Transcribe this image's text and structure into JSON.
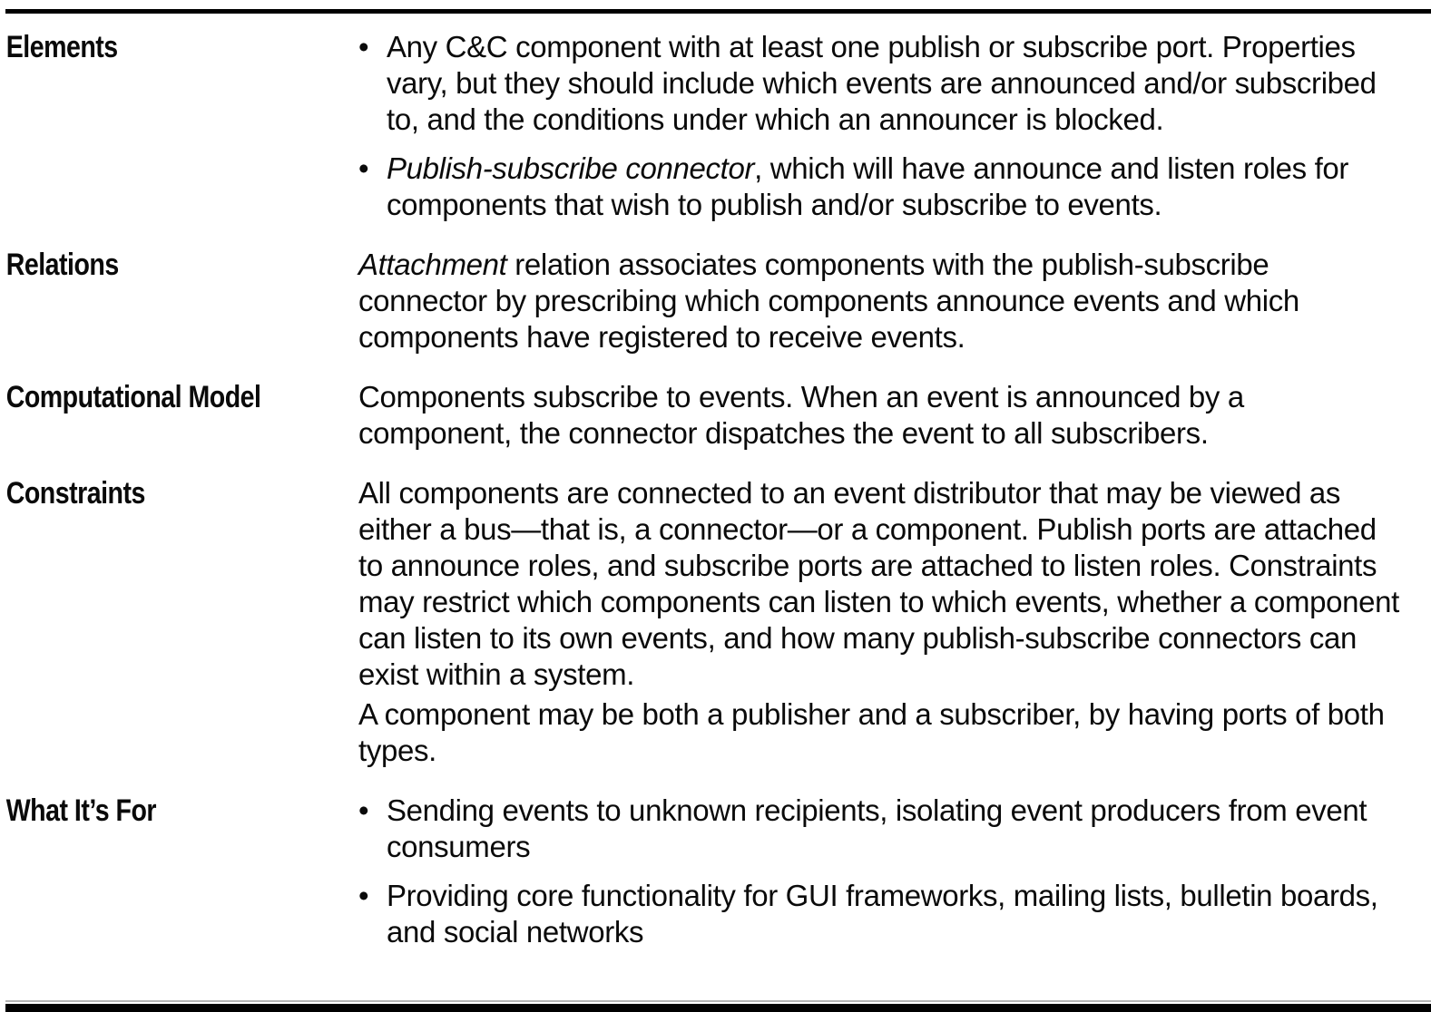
{
  "glyphs": {
    "bullet": "•"
  },
  "colors": {
    "background": "#ffffff",
    "text": "#0a0a0a",
    "heavy_rule": "#000000",
    "thin_rule": "#b3b3b3"
  },
  "table": {
    "rows": [
      {
        "label": "Elements",
        "bullets": [
          {
            "text": "Any C&C component with at least one publish or subscribe port. Properties vary, but they should include which events are announced and/or subscribed to, and the conditions under which an announcer is blocked."
          },
          {
            "italic_lead": "Publish-subscribe connector",
            "rest": ", which will have announce and listen roles for components that wish to publish and/or subscribe to events."
          }
        ]
      },
      {
        "label": "Relations",
        "paragraphs": [
          {
            "italic_lead": "Attachment",
            "rest": " relation associates components with the publish-subscribe connector by prescribing which components announce events and which components have registered to receive events."
          }
        ]
      },
      {
        "label": "Computational Model",
        "paragraphs": [
          {
            "text": "Components subscribe to events. When an event is announced by a component, the connector dispatches the event to all subscribers."
          }
        ]
      },
      {
        "label": "Constraints",
        "paragraphs": [
          {
            "text": "All components are connected to an event distributor that may be viewed as either a bus—that is, a connector—or a component. Publish ports are attached to announce roles, and subscribe ports are attached to listen roles. Constraints may restrict which components can listen to which events, whether a component can listen to its own events, and how many publish-subscribe connectors can exist within a system."
          },
          {
            "text": "A component may be both a publisher and a subscriber, by having ports of both types."
          }
        ]
      },
      {
        "label": "What It’s For",
        "bullets": [
          {
            "text": "Sending events to unknown recipients, isolating event producers from event consumers"
          },
          {
            "text": "Providing core functionality for GUI frameworks, mailing lists, bulle­tin boards, and social networks"
          }
        ]
      }
    ]
  }
}
